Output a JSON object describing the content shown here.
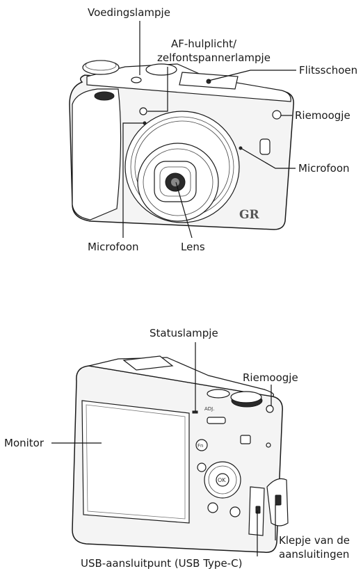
{
  "labels": {
    "voedingslampje": "Voedingslampje",
    "af_line1": "AF-hulplicht/",
    "af_line2": "zelfontspannerlampje",
    "flitsschoen": "Flitsschoen",
    "riemoogje_front": "Riemoogje",
    "microfoon_right": "Microfoon",
    "microfoon_bottom": "Microfoon",
    "lens": "Lens",
    "statuslampje": "Statuslampje",
    "riemoogje_back": "Riemoogje",
    "monitor": "Monitor",
    "klepje_line1": "Klepje van de",
    "klepje_line2": "aansluitingen",
    "usb": "USB-aansluitpunt (USB Type-C)"
  },
  "camera_marks": {
    "brand": "GR",
    "adj": "ADJ.",
    "fn": "Fn",
    "ok": "OK"
  }
}
